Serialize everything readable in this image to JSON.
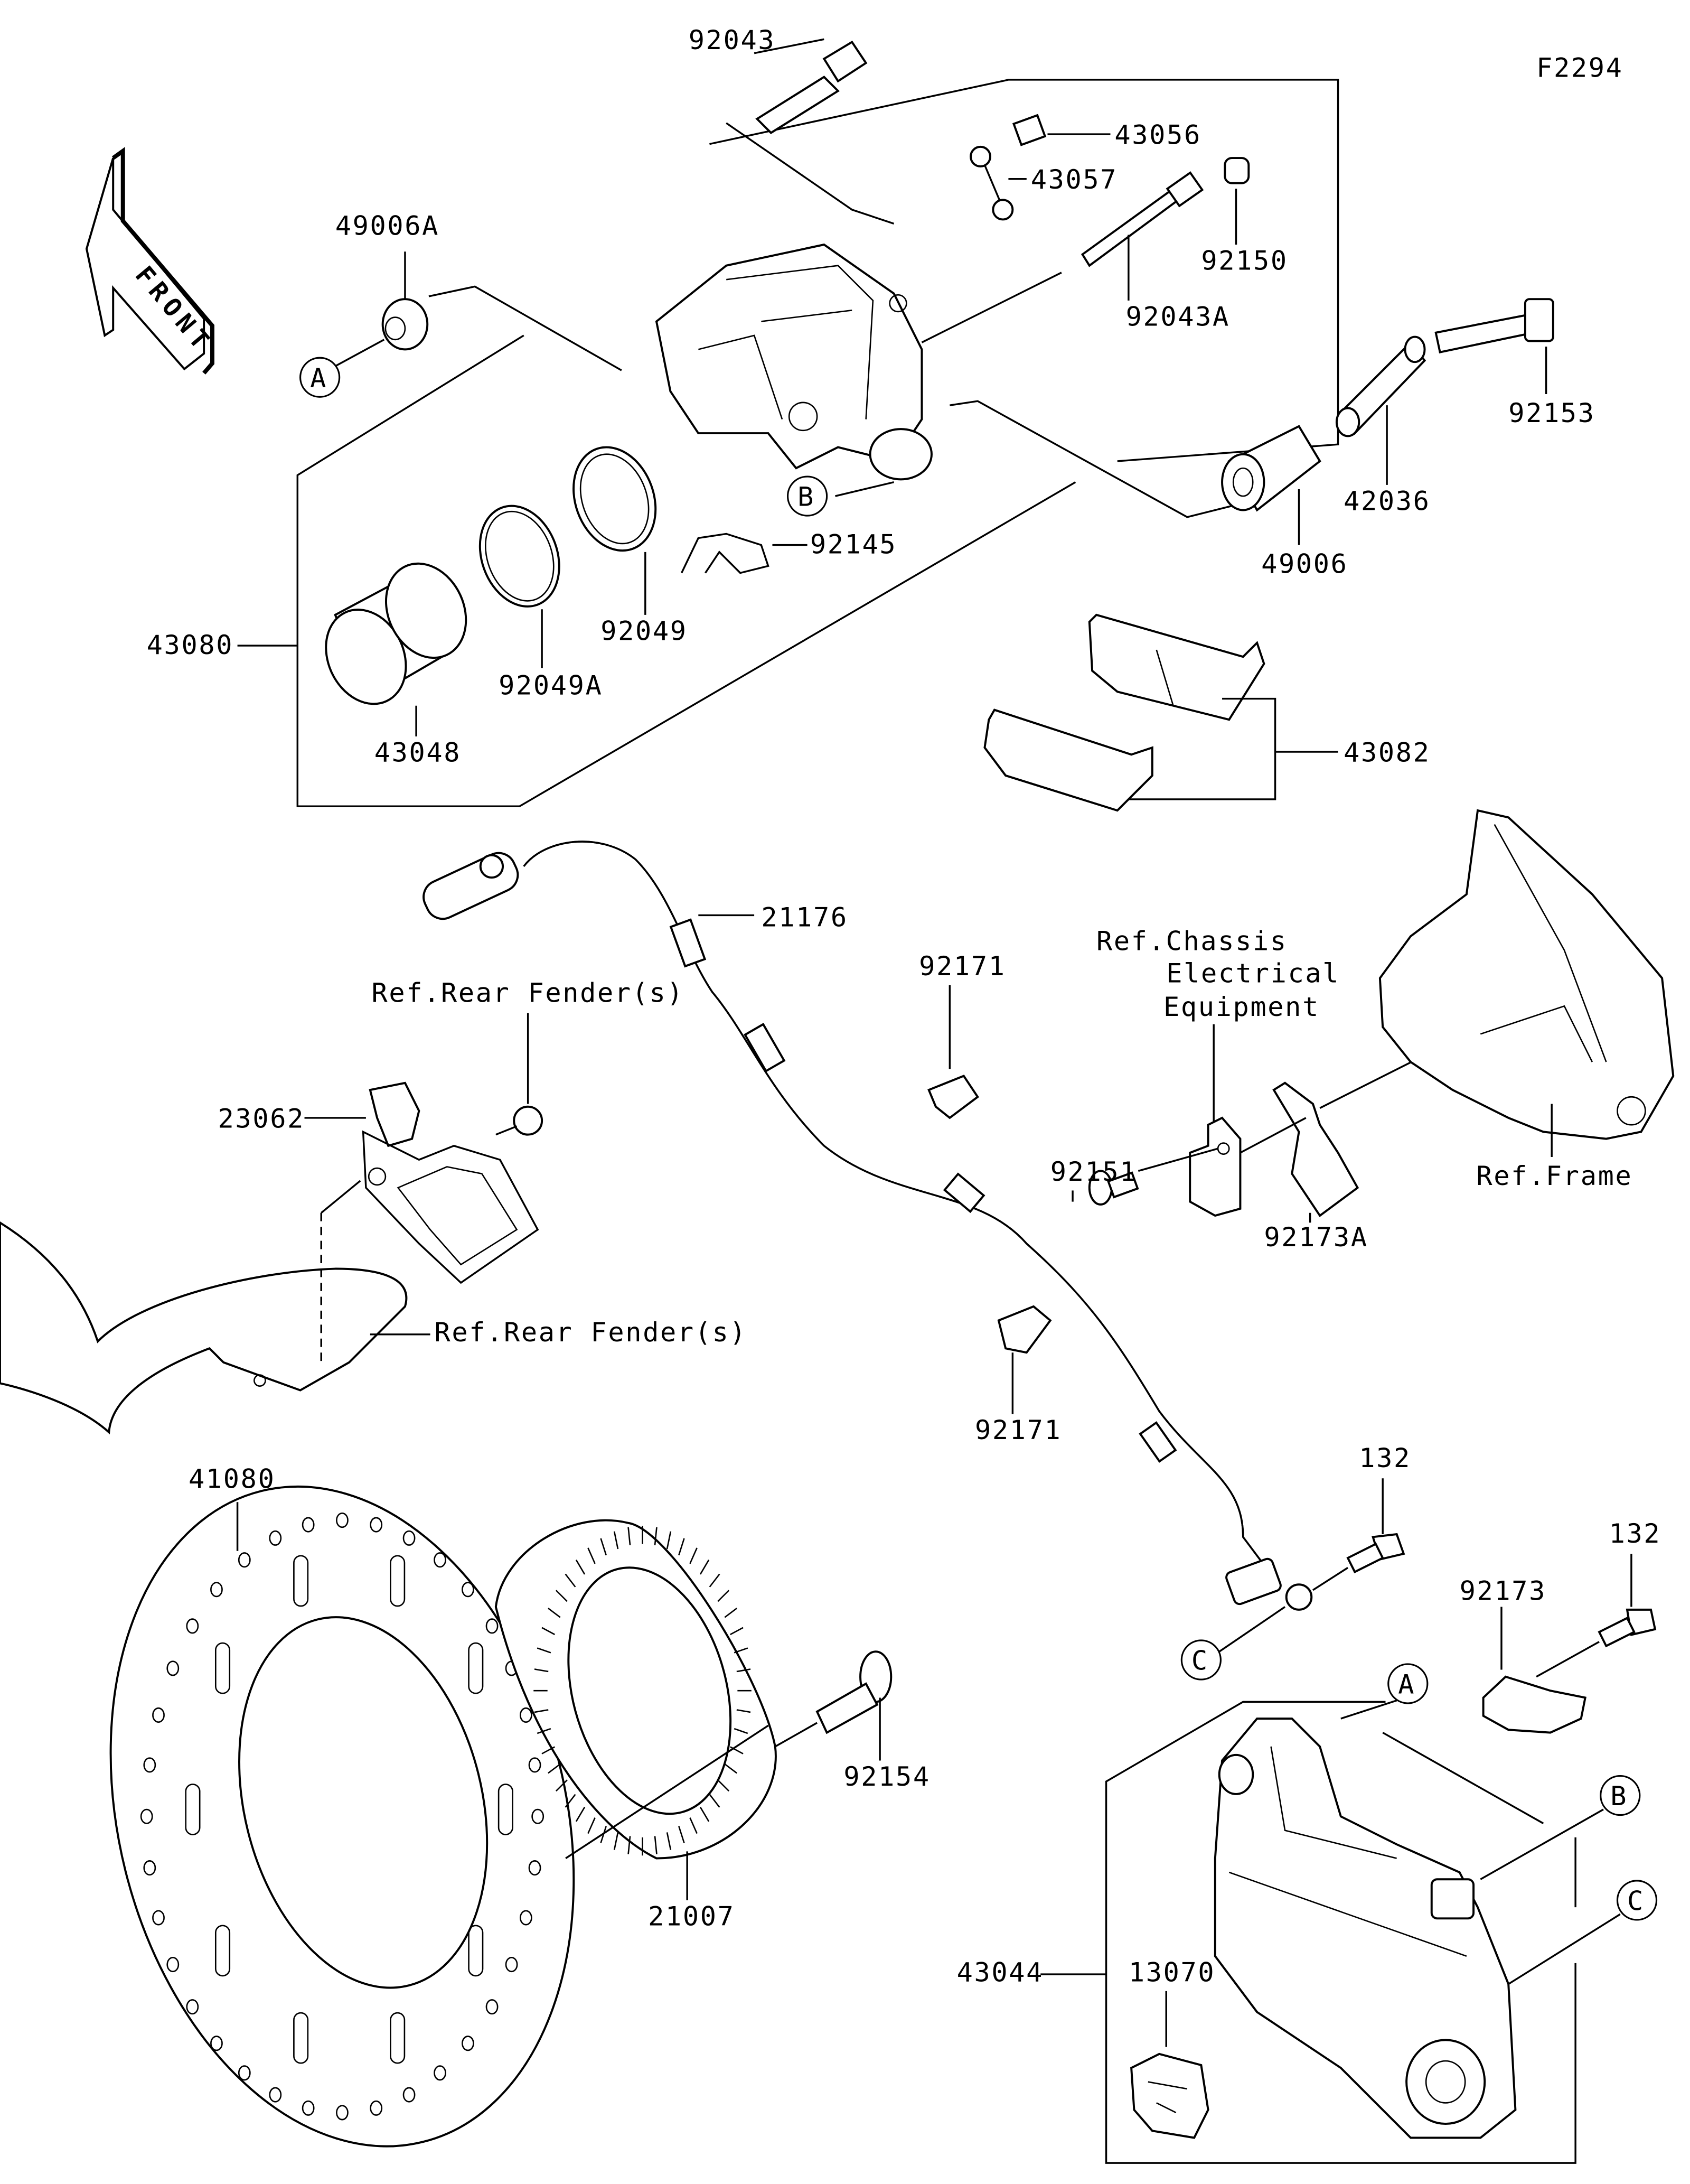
{
  "diagram_code": "F2294",
  "front_arrow": "FRONT",
  "parts": {
    "p92043": "92043",
    "p43056": "43056",
    "p43057": "43057",
    "p49006A": "49006A",
    "p92150": "92150",
    "p92043A": "92043A",
    "p92153": "92153",
    "p42036": "42036",
    "p92145": "92145",
    "p49006": "49006",
    "p43080": "43080",
    "p92049": "92049",
    "p92049A": "92049A",
    "p43048": "43048",
    "p43082": "43082",
    "p21176": "21176",
    "p92171a": "92171",
    "p92151": "92151",
    "p23062": "23062",
    "p92173A": "92173A",
    "p92171b": "92171",
    "p41080": "41080",
    "p132a": "132",
    "p132b": "132",
    "p92173": "92173",
    "p92154": "92154",
    "p21007": "21007",
    "p43044": "43044",
    "p13070": "13070"
  },
  "references": {
    "rear_fender_1": "Ref.Rear Fender(s)",
    "rear_fender_2": "Ref.Rear Fender(s)",
    "chassis_line1": "Ref.Chassis",
    "chassis_line2": "Electrical",
    "chassis_line3": "Equipment",
    "frame": "Ref.Frame"
  },
  "markers": {
    "a1": "A",
    "b1": "B",
    "c1": "C",
    "a2": "A",
    "b2": "B",
    "c2": "C"
  }
}
